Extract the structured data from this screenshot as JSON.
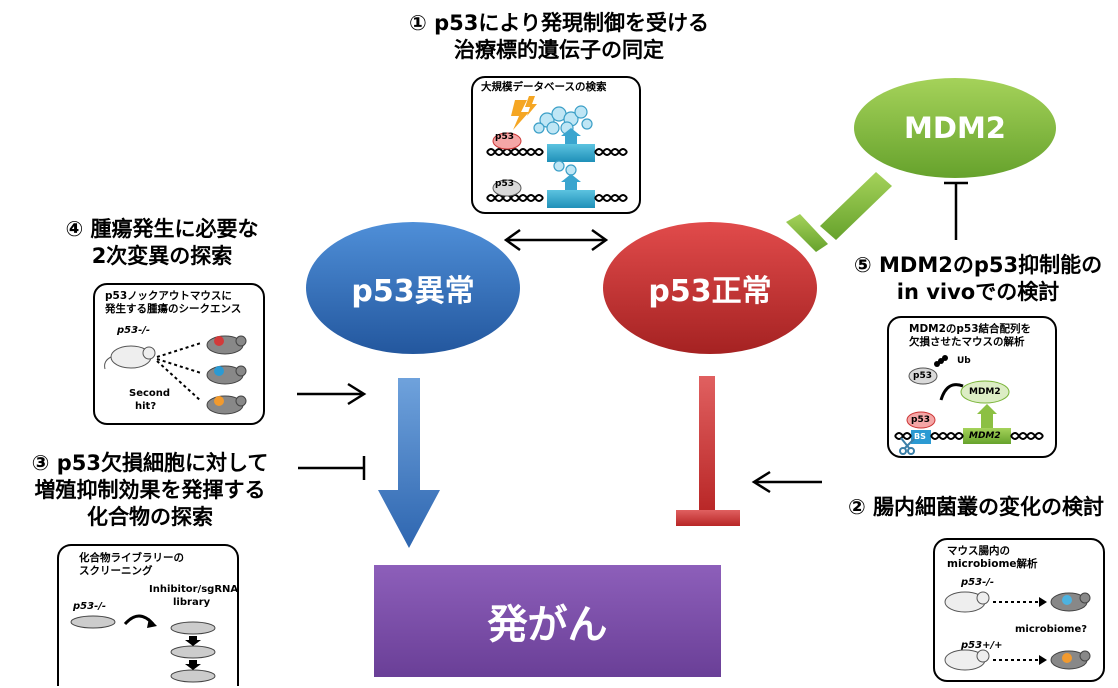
{
  "nodes": {
    "p53_abnormal": "p53異常",
    "p53_normal": "p53正常",
    "mdm2": "MDM2",
    "cancer": "発がん"
  },
  "headings": {
    "h1_line1": "① p53により発現制御を受ける",
    "h1_line2": "治療標的遺伝子の同定",
    "h2": "② 腸内細菌叢の変化の検討",
    "h3_line1": "③ p53欠損細胞に対して",
    "h3_line2": "増殖抑制効果を発揮する",
    "h3_line3": "化合物の探索",
    "h4_line1": "④ 腫瘍発生に必要な",
    "h4_line2": "2次変異の探索",
    "h5_line1": "⑤ MDM2のp53抑制能の",
    "h5_line2": "in vivoでの検討"
  },
  "boxes": {
    "database": {
      "title": "大規模データベースの検索",
      "p53_label": "p53"
    },
    "tumor": {
      "title_line1": "p53ノックアウトマウスに",
      "title_line2": "発生する腫瘍のシークエンス",
      "genotype": "p53-/-",
      "second_hit_1": "Second",
      "second_hit_2": "hit?"
    },
    "compound": {
      "title_line1": "化合物ライブラリーの",
      "title_line2": "スクリーニング",
      "genotype": "p53-/-",
      "library_line1": "Inhibitor/sgRNA",
      "library_line2": "library"
    },
    "mdm2_binding": {
      "title_line1": "MDM2のp53結合配列を",
      "title_line2": "欠損させたマウスの解析",
      "ub": "Ub",
      "p53_a": "p53",
      "p53_b": "p53",
      "mdm2_protein": "MDM2",
      "bs": "BS",
      "mdm2_gene": "MDM2"
    },
    "microbiome": {
      "title_line1": "マウス腸内の",
      "title_line2": "microbiome解析",
      "genotype_ko": "p53-/-",
      "genotype_wt": "p53+/+",
      "question": "microbiome?"
    }
  },
  "colors": {
    "p53_abnormal": "#2f6db5",
    "p53_normal": "#c43131",
    "mdm2": "#7bb53a",
    "cancer": "#7d4ea6",
    "blue_arrow": "#3a73be",
    "red_arrow": "#c83232",
    "green_inhibitor": "#8cc043"
  }
}
